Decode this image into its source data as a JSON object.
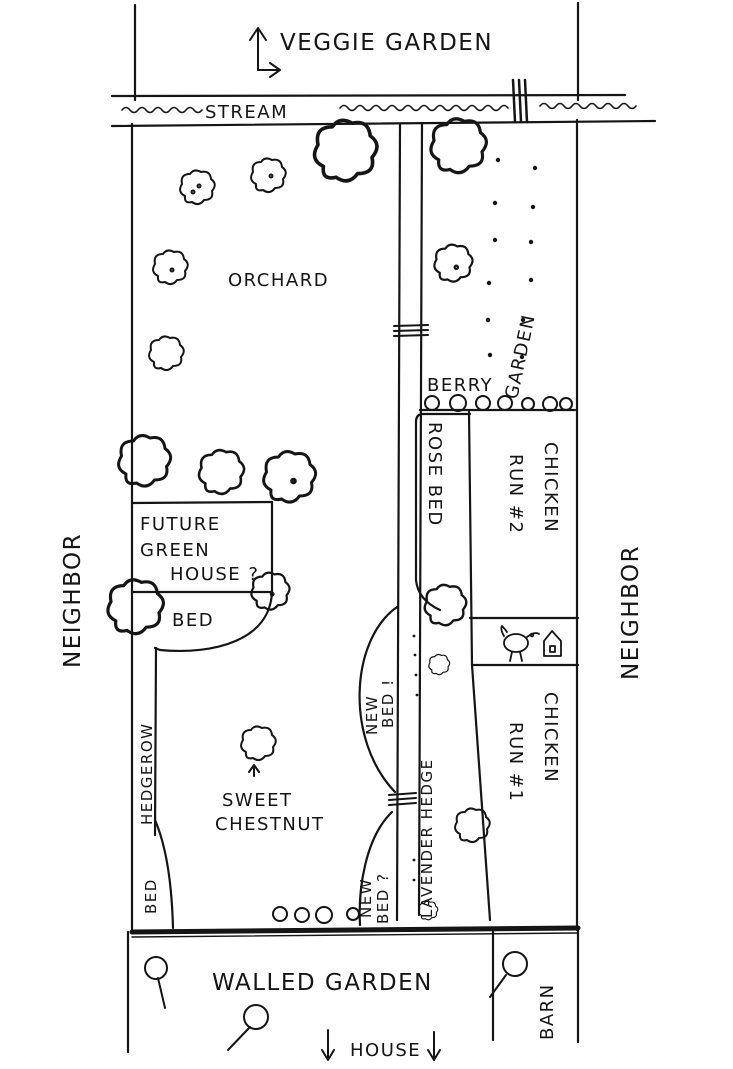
{
  "labels": {
    "veggie_garden": "VEGGIE GARDEN",
    "stream": "STREAM",
    "orchard": "ORCHARD",
    "berry": "BERRY",
    "garden": "GARDEN",
    "rose_bed": "ROSE BED",
    "chicken_run_2_a": "CHICKEN",
    "chicken_run_2_b": "RUN #2",
    "future_green_house_1": "FUTURE",
    "future_green_house_2": "GREEN",
    "future_green_house_3": "HOUSE ?",
    "bed_upper": "BED",
    "neighbor_left": "NEIGHBOR",
    "neighbor_right": "NEIGHBOR",
    "hedgerow": "HEDGEROW",
    "new_bed_upper_1": "NEW",
    "new_bed_upper_2": "BED !",
    "lavender_hedge": "LAVENDER HEDGE",
    "chicken_run_1_a": "CHICKEN",
    "chicken_run_1_b": "RUN #1",
    "sweet_chestnut_1": "SWEET",
    "sweet_chestnut_2": "CHESTNUT",
    "bed_lower": "BED",
    "new_bed_lower_1": "NEW",
    "new_bed_lower_2": "BED ?",
    "walled_garden": "WALLED GARDEN",
    "barn": "BARN",
    "house": "HOUSE"
  },
  "icons": {
    "tree": "tree-icon",
    "shrub": "shrub-icon",
    "chicken": "chicken-icon",
    "coop": "coop-icon",
    "arrow": "arrow-icon",
    "gate": "gate-icon"
  },
  "colors": {
    "ink": "#151515",
    "paper": "#ffffff"
  }
}
